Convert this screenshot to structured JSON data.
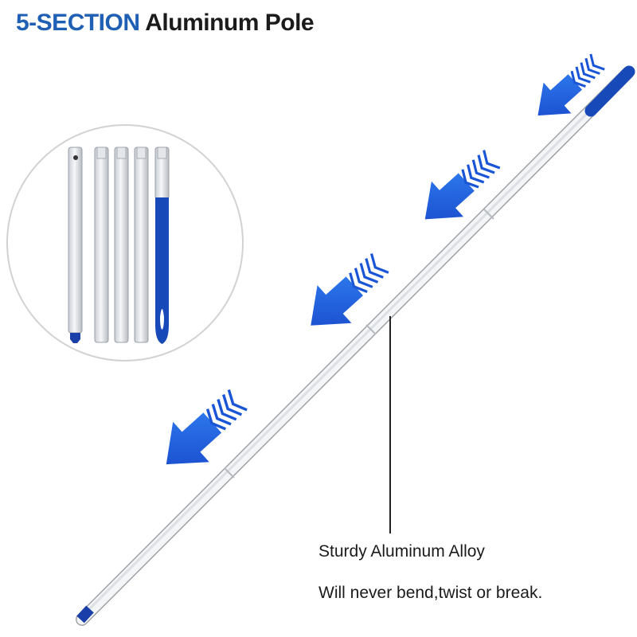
{
  "title": {
    "highlight": "5-SECTION",
    "rest": "Aluminum Pole"
  },
  "features": {
    "material": "Sturdy Aluminum Alloy",
    "durability": "Will never bend,twist or break."
  },
  "colors": {
    "accent": "#1f5fb4",
    "pole_blue": "#1749b8",
    "arrow_blue": "#1a55d6",
    "text": "#1b1b1b"
  },
  "icons": [
    "direction-arrow-icon",
    "chevron-icon"
  ]
}
